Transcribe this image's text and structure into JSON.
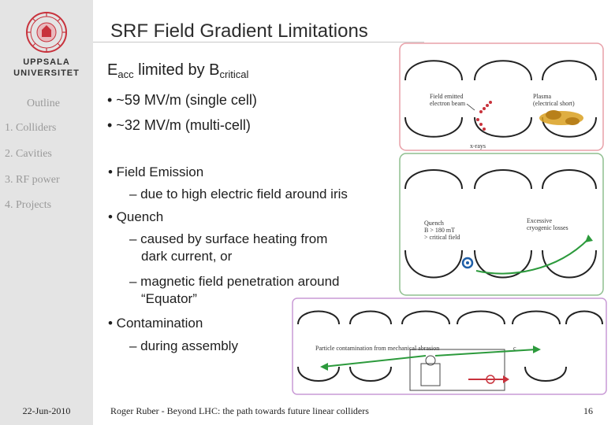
{
  "sidebar": {
    "university_line1": "UPPSALA",
    "university_line2": "UNIVERSITET",
    "outline_title": "Outline",
    "items": [
      {
        "label": "1. Colliders"
      },
      {
        "label": "2. Cavities"
      },
      {
        "label": "3. RF power"
      },
      {
        "label": "4. Projects"
      }
    ],
    "date": "22-Jun-2010"
  },
  "slide": {
    "title": "SRF Field Gradient Limitations",
    "heading_main": "E",
    "heading_sub1": "acc",
    "heading_mid": " limited by B",
    "heading_sub2": "critical",
    "limits": [
      "• ~59 MV/m (single cell)",
      "• ~32 MV/m (multi-cell)"
    ],
    "bullets": {
      "field_emission": "• Field Emission",
      "field_emission_detail": "– due to high electric field around iris",
      "quench": "• Quench",
      "quench_detail1a": "– caused by surface heating from",
      "quench_detail1b": "dark current, or",
      "quench_detail2a": "– magnetic field penetration around",
      "quench_detail2b": "“Equator”",
      "contamination": "• Contamination",
      "contamination_detail": "– during assembly"
    }
  },
  "figures": {
    "fe_label1": "Field emitted",
    "fe_label2": "electron beam",
    "plasma_label1": "Plasma",
    "plasma_label2": "(electrical short)",
    "xrays_label": "x-rays",
    "quench_label1": "Quench",
    "quench_label2": "B > 180 mT",
    "quench_label3": "> critical field",
    "losses_label1": "Excessive",
    "losses_label2": "cryogenic losses",
    "contam_label": "Particle contamination from mechanical abrasion",
    "contam_c": "c"
  },
  "footer": {
    "text": "Roger Ruber - Beyond LHC: the path towards future linear colliders",
    "page": "16"
  },
  "colors": {
    "sidebar_bg": "#e4e4e4",
    "seal_red": "#c8323c",
    "beam_arrow": "#2c9a3c",
    "border_pink": "#e8a0a8"
  }
}
